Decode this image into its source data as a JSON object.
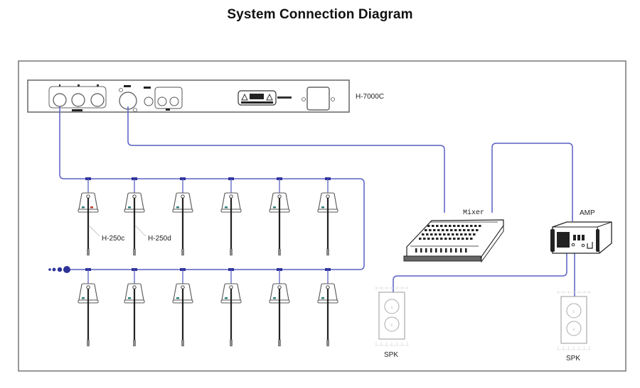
{
  "title": "System Connection Diagram",
  "colors": {
    "wire": "#5a5fc4",
    "node": "#2e3399",
    "outline": "#555555",
    "frame": "#777777",
    "mic_led_green": "#2f7f7a",
    "mic_led_red": "#c0392b"
  },
  "devices": {
    "main_unit": {
      "label": "H-7000C"
    },
    "mixer": {
      "label": "Mixer"
    },
    "amp": {
      "label": "AMP"
    },
    "speakers": [
      {
        "label": "SPK"
      },
      {
        "label": "SPK"
      }
    ]
  },
  "microphones": {
    "row1_count": 6,
    "row2_count": 6,
    "labels": [
      {
        "text": "H-250c",
        "index": 0
      },
      {
        "text": "H-250d",
        "index": 1
      }
    ]
  },
  "continuation_indicator": "more microphones (chained)"
}
